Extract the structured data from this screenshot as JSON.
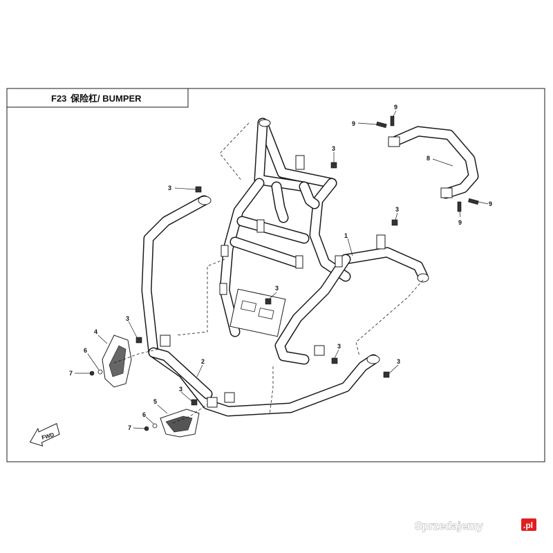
{
  "header": {
    "code": "F23",
    "title": "保险杠/ BUMPER"
  },
  "fwd_label": "FWD",
  "watermark": {
    "text": "Sprzedajemy",
    "suffix": ".pl"
  },
  "callouts": {
    "c1": "1",
    "c2": "2",
    "c3a": "3",
    "c3b": "3",
    "c3c": "3",
    "c3d": "3",
    "c3e": "3",
    "c3f": "3",
    "c3g": "3",
    "c3h": "3",
    "c4": "4",
    "c5": "5",
    "c6a": "6",
    "c6b": "6",
    "c7a": "7",
    "c7b": "7",
    "c8": "8",
    "c9a": "9",
    "c9b": "9",
    "c9c": "9",
    "c9d": "9"
  }
}
